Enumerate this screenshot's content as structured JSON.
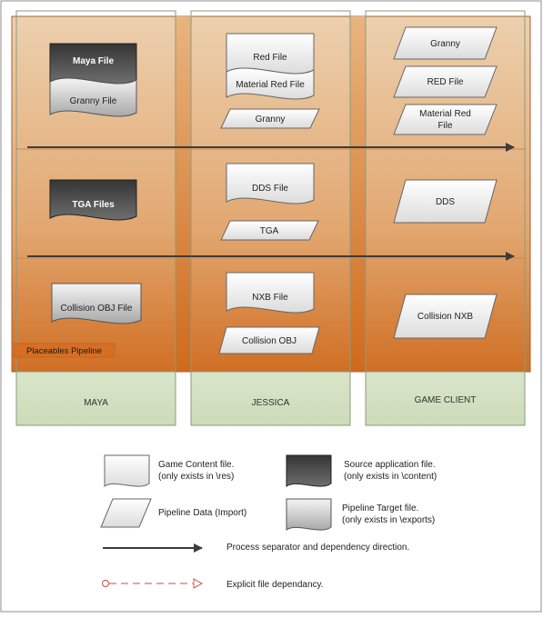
{
  "columns": [
    {
      "label": "MAYA"
    },
    {
      "label": "JESSICA"
    },
    {
      "label": "GAME CLIENT"
    }
  ],
  "pipeline_label": "Placeables Pipeline",
  "maya": {
    "maya_file": "Maya File",
    "granny_file": "Granny File",
    "tga_files": "TGA Files",
    "collision_obj_file": "Collision OBJ File"
  },
  "jessica": {
    "red_file": "Red File",
    "material_red_file": "Material Red File",
    "granny": "Granny",
    "dds_file": "DDS File",
    "tga": "TGA",
    "nxb_file": "NXB File",
    "collision_obj": "Collision OBJ"
  },
  "game_client": {
    "granny": "Granny",
    "red_file": "RED File",
    "material_red_line1": "Material Red",
    "material_red_line2": "File",
    "dds": "DDS",
    "collision_nxb": "Collision NXB"
  },
  "legend": {
    "game_content_line1": "Game Content file.",
    "game_content_line2": "(only exists in \\res)",
    "source_app_line1": "Source application file.",
    "source_app_line2": "(only exists in \\content)",
    "pipeline_data": "Pipeline Data (Import)",
    "pipeline_target_line1": "Pipeline Target file.",
    "pipeline_target_line2": "(only exists in \\exports)",
    "process_separator": "Process separator and dependency direction.",
    "explicit_dependency": "Explicit file dependancy."
  },
  "colors": {
    "band_light": "#ebc9a4",
    "band_dark": "#d8782f",
    "column_footer": "#d8e4c8",
    "dark_doc": "#4d4d4d",
    "arrow": "#3c3c3c",
    "dependency": "#c0504d"
  }
}
